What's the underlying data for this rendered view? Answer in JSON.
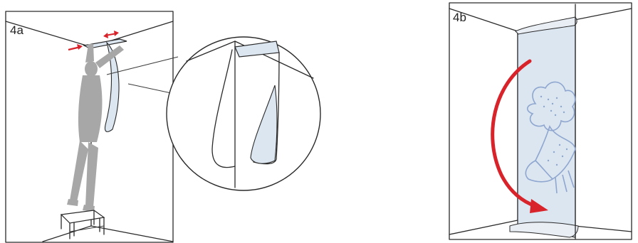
{
  "panels": [
    {
      "id": "4a",
      "label": "4a"
    },
    {
      "id": "4b",
      "label": "4b"
    }
  ],
  "colors": {
    "paper_blue": "#dbe6f1",
    "pattern_blue": "#8fa6cf",
    "person_gray": "#a7a7a7",
    "arrow_red": "#d9232a",
    "line": "#2a2a2a"
  }
}
